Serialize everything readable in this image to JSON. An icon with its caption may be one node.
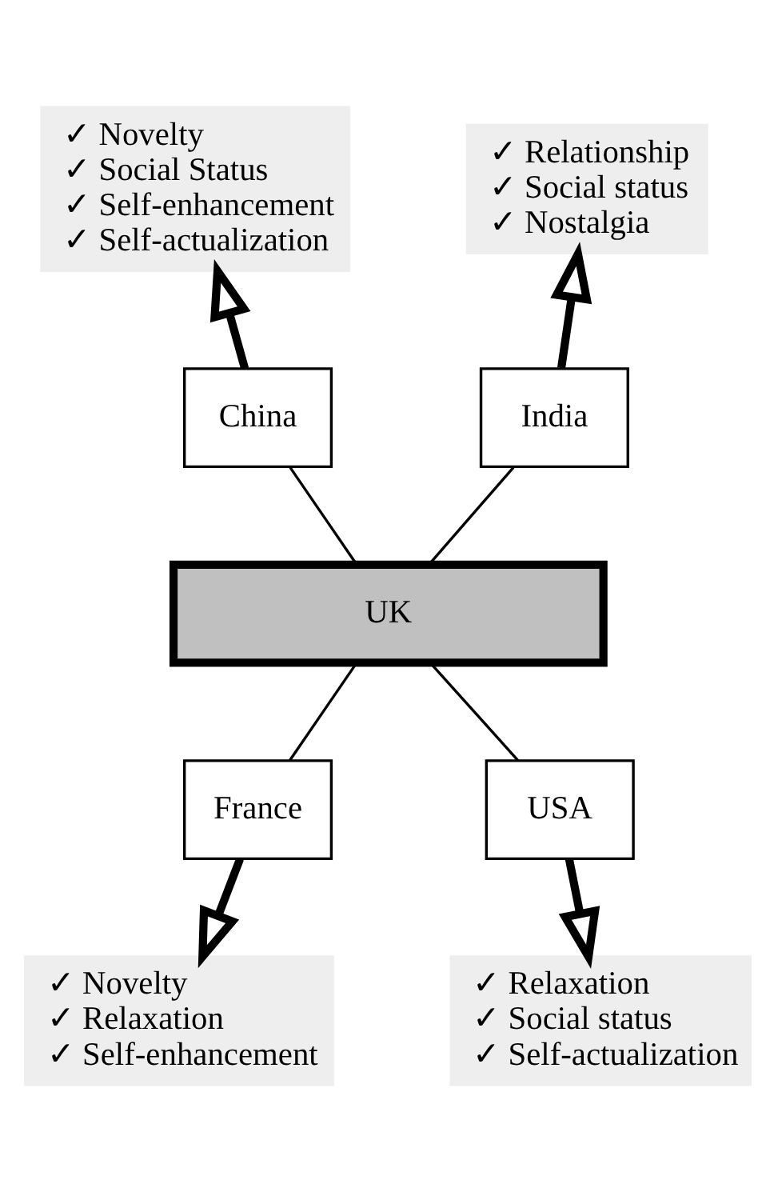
{
  "diagram": {
    "nodes": [
      {
        "text": [
          "UK"
        ]
      },
      {
        "text": [
          "China"
        ]
      },
      {
        "text": [
          "India"
        ]
      },
      {
        "text": [
          "France"
        ]
      },
      {
        "text": [
          "USA"
        ]
      },
      {
        "text": [
          "✓ Novelty",
          "✓ Social Status",
          "✓ Self-enhancement",
          "✓ Self-actualization"
        ]
      },
      {
        "text": [
          "✓ Relationship",
          "✓ Social status",
          "✓ Nostalgia"
        ]
      },
      {
        "text": [
          "✓ Novelty",
          "✓ Relaxation",
          "✓ Self-enhancement"
        ]
      },
      {
        "text": [
          "✓ Relaxation",
          "✓ Social status",
          "✓ Self-actualization"
        ]
      }
    ],
    "edges": [
      {
        "from": 0,
        "to": 1,
        "arrow": "none"
      },
      {
        "from": 0,
        "to": 2,
        "arrow": "none"
      },
      {
        "from": 0,
        "to": 3,
        "arrow": "none"
      },
      {
        "from": 0,
        "to": 4,
        "arrow": "none"
      },
      {
        "from": 1,
        "to": 5,
        "arrow": "to",
        "style": "thick"
      },
      {
        "from": 2,
        "to": 6,
        "arrow": "to",
        "style": "thick"
      },
      {
        "from": 3,
        "to": 7,
        "arrow": "to",
        "style": "thick"
      },
      {
        "from": 4,
        "to": 8,
        "arrow": "to",
        "style": "thick"
      }
    ]
  }
}
